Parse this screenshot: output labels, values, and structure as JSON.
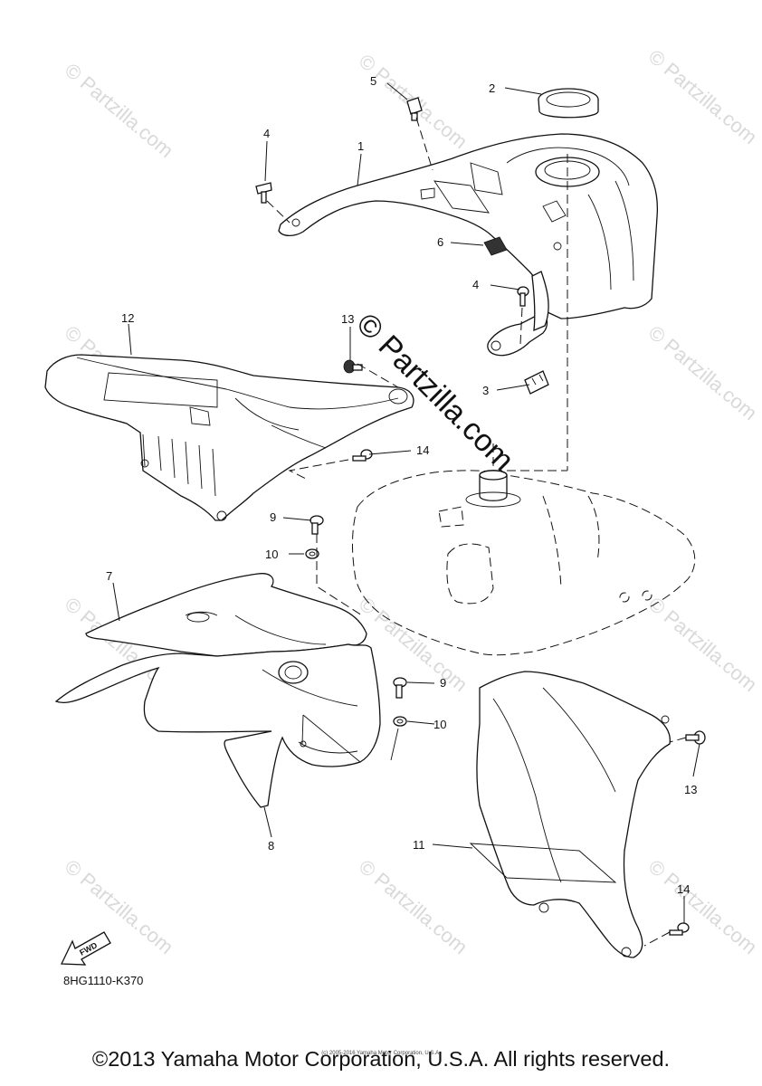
{
  "diagram": {
    "callouts": {
      "c1": "1",
      "c2": "2",
      "c3": "3",
      "c4a": "4",
      "c4b": "4",
      "c5": "5",
      "c6": "6",
      "c7": "7",
      "c8": "8",
      "c9a": "9",
      "c9b": "9",
      "c10a": "10",
      "c10b": "10",
      "c11": "11",
      "c12": "12",
      "c13a": "13",
      "c13b": "13",
      "c14a": "14",
      "c14b": "14"
    },
    "fwd_label": "FWD",
    "diagram_code": "8HG1110-K370",
    "watermark_center": "© Partzilla.com",
    "watermark_tile": "© Partzilla.com"
  },
  "footer": {
    "copyright": "©2013 Yamaha Motor Corporation, U.S.A. All rights reserved.",
    "small_copyright": "(c) 2005-2016 Yamaha Motor Corporation, U.S.A."
  }
}
